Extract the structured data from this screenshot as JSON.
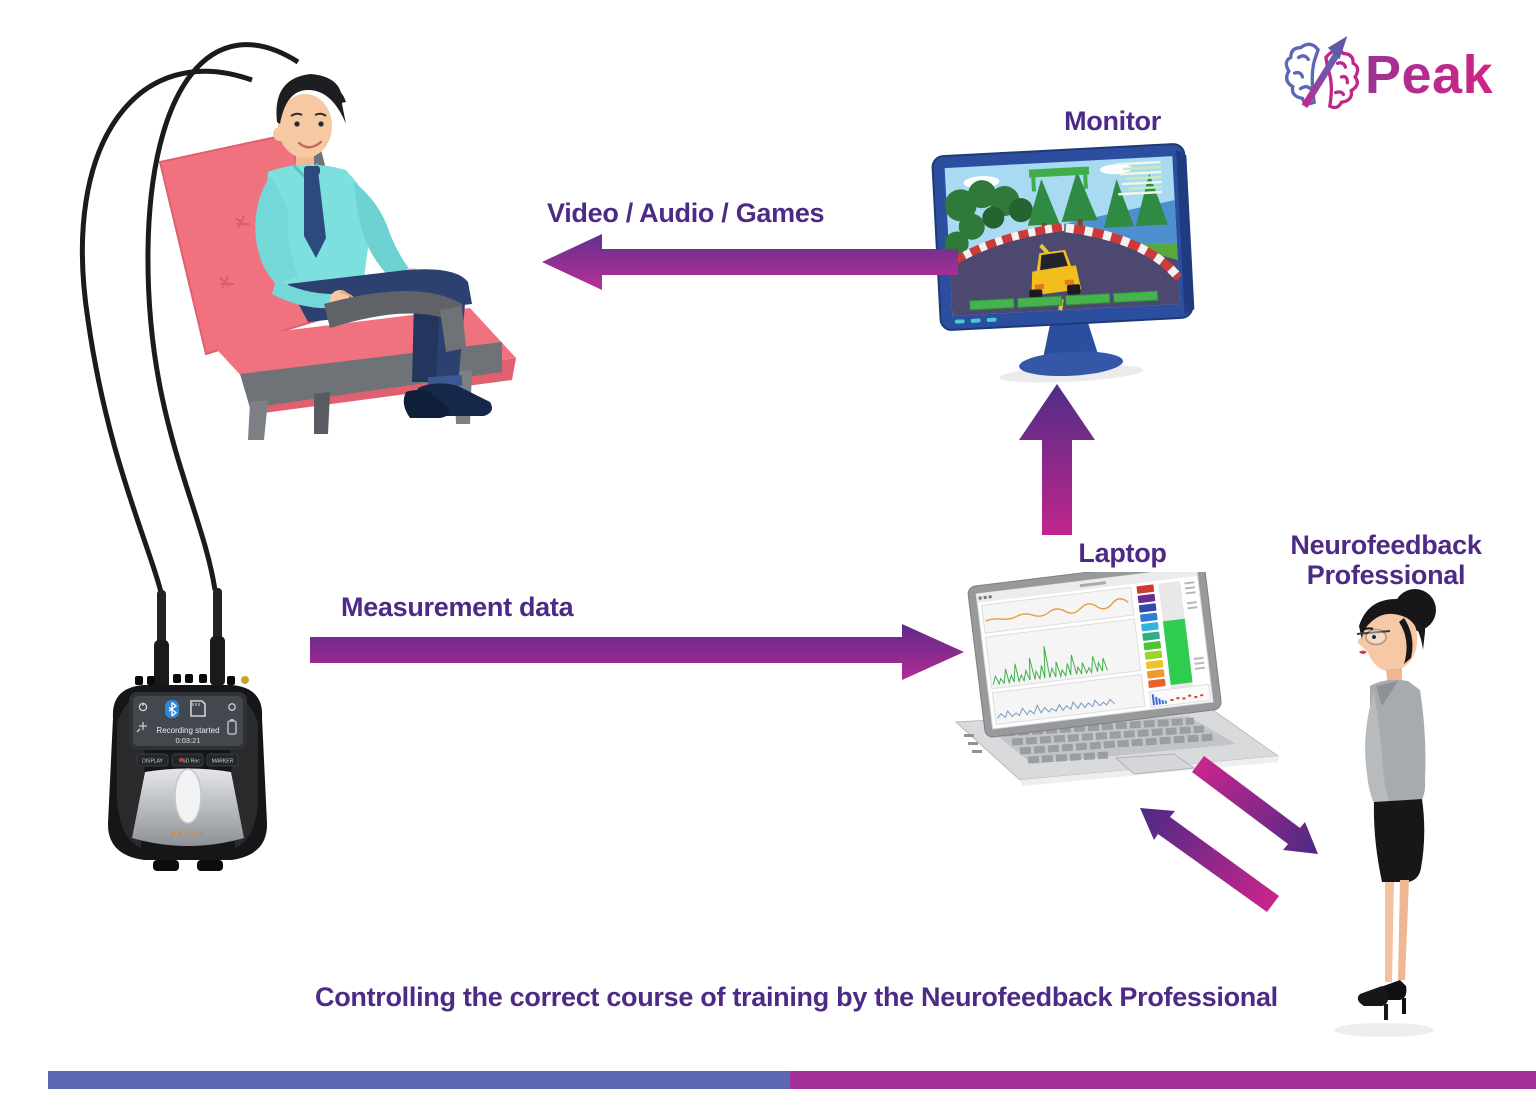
{
  "logo": {
    "text": "Peak"
  },
  "nodes": {
    "monitor_label": "Monitor",
    "laptop_label": "Laptop",
    "professional_label_line1": "Neurofeedback",
    "professional_label_line2": "Professional"
  },
  "flows": {
    "video_audio_games": "Video / Audio / Games",
    "measurement_data": "Measurement data"
  },
  "caption": "Controlling the correct course of training by the Neurofeedback Professional",
  "device": {
    "screen_line1": "Recording started",
    "screen_line2": "0:03:21",
    "button_display": "DISPLAY",
    "button_sdrec": "SD Rec",
    "button_marker": "MARKER",
    "brand": "NEXUS"
  },
  "colors": {
    "label_text": "#4e2a87",
    "arrow_purple": "#5f2a8a",
    "arrow_magenta": "#bb2f93",
    "footer_blue": "#5a68b4",
    "footer_magenta": "#a3309b",
    "logo_magenta": "#c9258c",
    "logo_blue": "#5b67b2",
    "monitor_frame": "#2c4e9e",
    "chair_pink": "#f1727f",
    "shirt_cyan": "#7de0df",
    "gauge_green": "#2ecc4f"
  }
}
